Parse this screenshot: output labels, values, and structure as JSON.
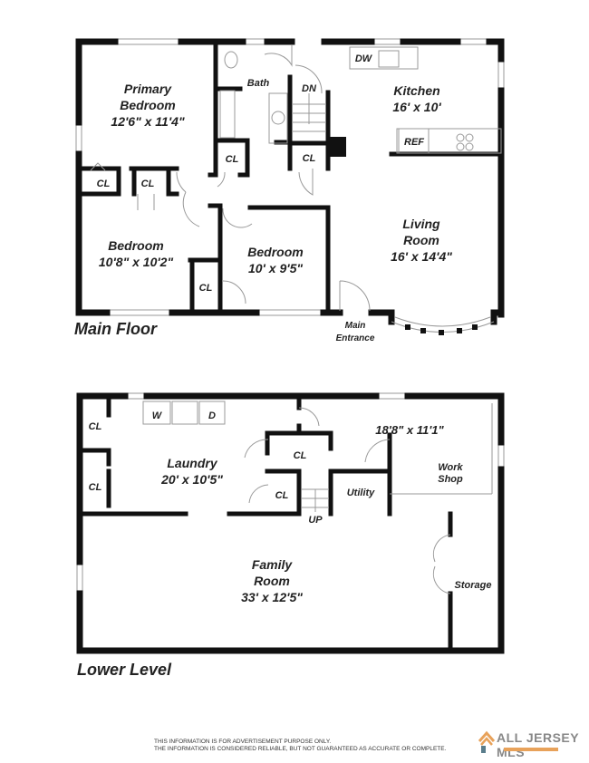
{
  "main_floor": {
    "title": "Main Floor",
    "rooms": {
      "primary_bedroom": {
        "name1": "Primary",
        "name2": "Bedroom",
        "size": "12'6\" x 11'4\""
      },
      "bath": {
        "name": "Bath"
      },
      "kitchen": {
        "name": "Kitchen",
        "size": "16' x 10'"
      },
      "living_room": {
        "name1": "Living",
        "name2": "Room",
        "size": "16' x 14'4\""
      },
      "bedroom_a": {
        "name": "Bedroom",
        "size": "10'8\" x 10'2\""
      },
      "bedroom_b": {
        "name": "Bedroom",
        "size": "10' x 9'5\""
      }
    },
    "closet": "CL",
    "stairs_down": "DN",
    "dishwasher": "DW",
    "refrigerator": "REF",
    "entrance1": "Main",
    "entrance2": "Entrance"
  },
  "lower_level": {
    "title": "Lower Level",
    "rooms": {
      "laundry": {
        "name": "Laundry",
        "size": "20' x 10'5\""
      },
      "workshop": {
        "name1": "Work",
        "name2": "Shop",
        "size": "18'8\" x 11'1\""
      },
      "utility": {
        "name": "Utility"
      },
      "family_room": {
        "name1": "Family",
        "name2": "Room",
        "size": "33' x 12'5\""
      },
      "storage": {
        "name": "Storage"
      }
    },
    "closet": "CL",
    "washer": "W",
    "dryer": "D",
    "stairs_up": "UP"
  },
  "footer": {
    "disclaimer1": "THIS INFORMATION IS FOR ADVERTISEMENT PURPOSE ONLY.",
    "disclaimer2": "THE INFORMATION IS CONSIDERED RELIABLE, BUT NOT GUARANTEED AS ACCURATE OR COMPLETE.",
    "logo": "ALL JERSEY MLS",
    "logo_color": "#e8a25a"
  }
}
